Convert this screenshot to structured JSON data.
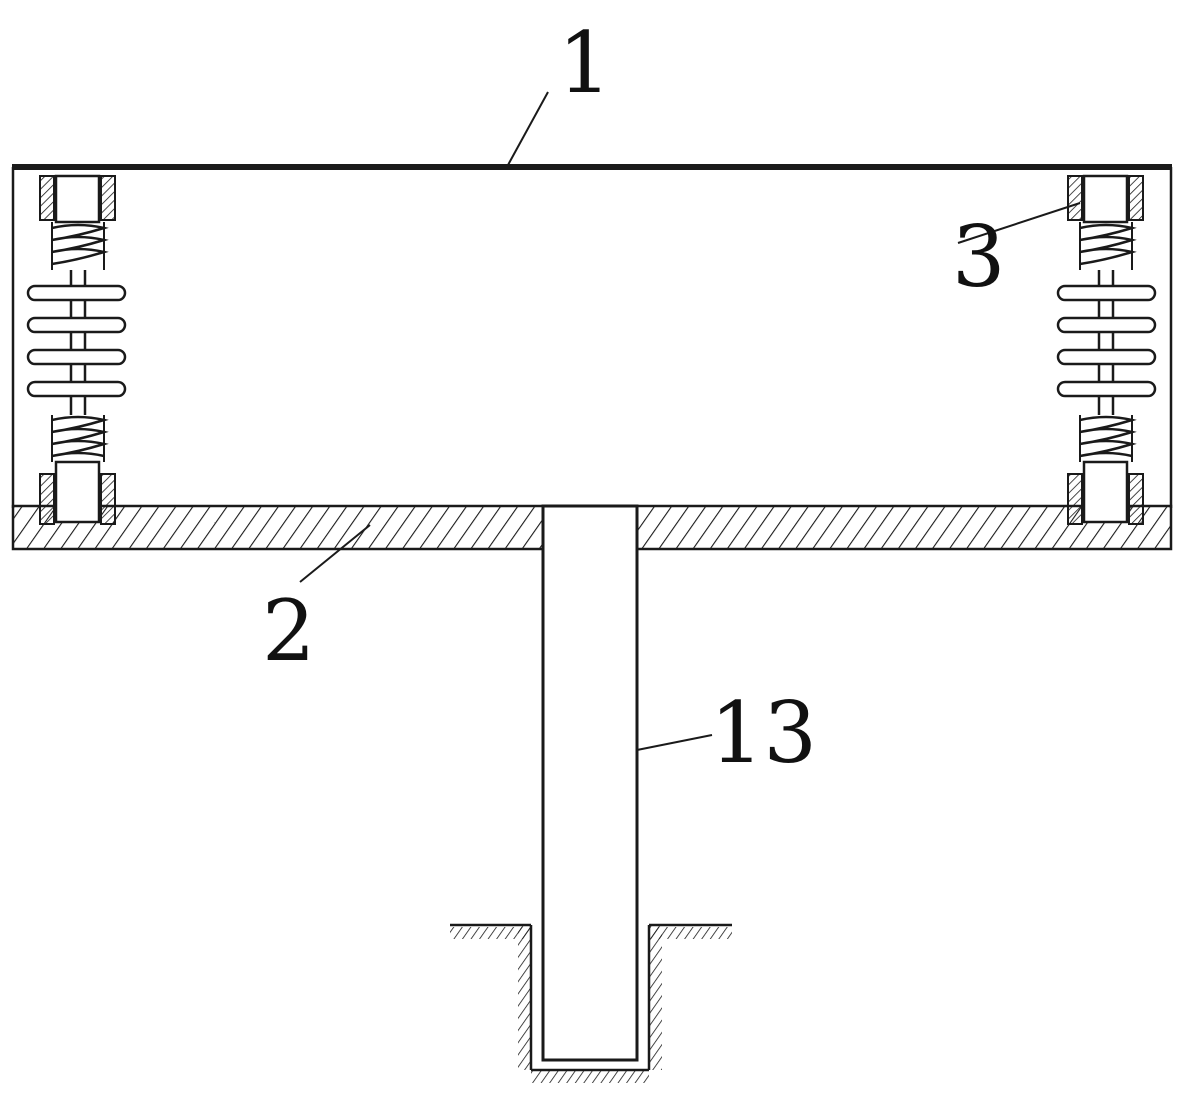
{
  "labels": {
    "part_1": "1",
    "part_2": "2",
    "part_3": "3",
    "part_13": "13"
  },
  "colors": {
    "line": "#1a1a1a",
    "background": "#ffffff"
  }
}
